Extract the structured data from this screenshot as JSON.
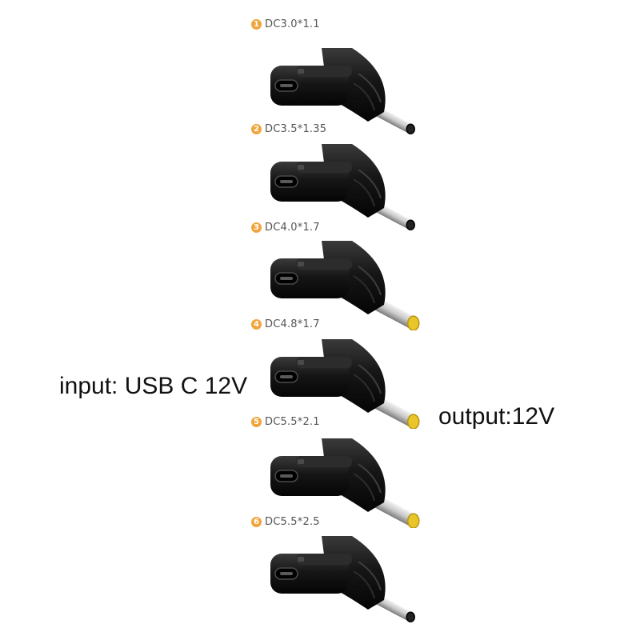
{
  "input_label": "input: USB C 12V",
  "output_label": "output:12V",
  "colors": {
    "badge": "#f0a53c",
    "body": "#161616",
    "pin_silver": "#c9c9c9",
    "tip_yellow": "#e8c62a"
  },
  "items": [
    {
      "number": "1",
      "model": "DC3.0*1.1",
      "tip": "black"
    },
    {
      "number": "2",
      "model": "DC3.5*1.35",
      "tip": "black"
    },
    {
      "number": "3",
      "model": "DC4.0*1.7",
      "tip": "yellow"
    },
    {
      "number": "4",
      "model": "DC4.8*1.7",
      "tip": "yellow"
    },
    {
      "number": "5",
      "model": "DC5.5*2.1",
      "tip": "yellow"
    },
    {
      "number": "6",
      "model": "DC5.5*2.5",
      "tip": "black"
    }
  ]
}
